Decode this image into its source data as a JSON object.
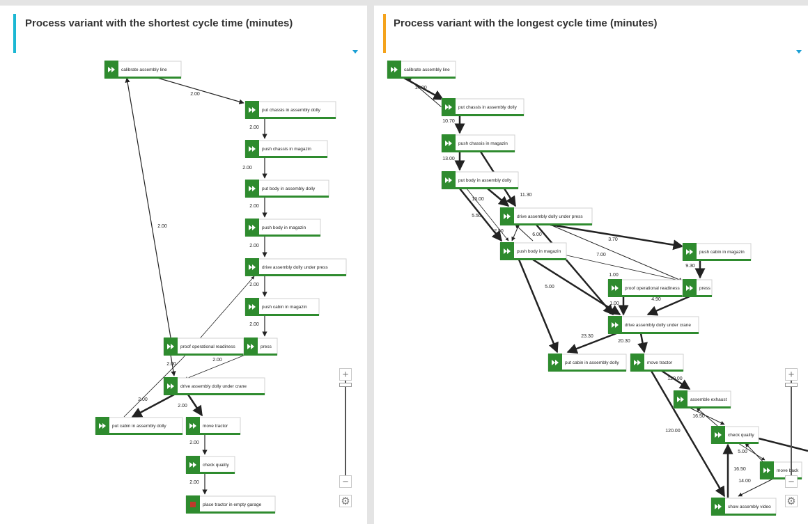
{
  "colors": {
    "accent_left": "#1cb7d3",
    "accent_right": "#f4a31c",
    "node_green": "#2e8b2e",
    "end_marker": "#c0392b",
    "edge": "#222222",
    "dropdown": "#1a9fd4"
  },
  "left_panel": {
    "title": "Process variant with the shortest cycle time (minutes)",
    "nodes": {
      "calibrate": {
        "label": "calibrate assembly line",
        "icon": "fast-forward-icon"
      },
      "chassis_dolly": {
        "label": "put chassis in assembly dolly",
        "icon": "fast-forward-icon"
      },
      "push_chassis": {
        "label": "push chassis in magazin",
        "icon": "fast-forward-icon"
      },
      "body_dolly": {
        "label": "put body in assembly dolly",
        "icon": "fast-forward-icon"
      },
      "push_body": {
        "label": "push body in magazin",
        "icon": "fast-forward-icon"
      },
      "press_dolly": {
        "label": "drive assembly dolly under press",
        "icon": "fast-forward-icon"
      },
      "push_cabin": {
        "label": "push cabin in magazin",
        "icon": "fast-forward-icon"
      },
      "proof": {
        "label": "proof operational readiness",
        "icon": "fast-forward-icon"
      },
      "press": {
        "label": "press",
        "icon": "fast-forward-icon"
      },
      "crane": {
        "label": "drive assembly dolly under crane",
        "icon": "fast-forward-icon"
      },
      "cabin_dolly": {
        "label": "put cabin in assembly dolly",
        "icon": "fast-forward-icon"
      },
      "tractor": {
        "label": "move tractor",
        "icon": "fast-forward-icon"
      },
      "quality": {
        "label": "check quality",
        "icon": "fast-forward-icon"
      },
      "garage": {
        "label": "place tractor in empty garage",
        "icon": "stop-icon"
      }
    },
    "edges": [
      {
        "from": "calibrate",
        "to": "chassis_dolly",
        "label": "2.00"
      },
      {
        "from": "chassis_dolly",
        "to": "push_chassis",
        "label": "2.00"
      },
      {
        "from": "push_chassis",
        "to": "body_dolly",
        "label": "2.00"
      },
      {
        "from": "body_dolly",
        "to": "push_body",
        "label": "2.00"
      },
      {
        "from": "push_body",
        "to": "press_dolly",
        "label": "2.00"
      },
      {
        "from": "press_dolly",
        "to": "push_cabin",
        "label": "2.00"
      },
      {
        "from": "push_cabin",
        "to": "press",
        "label": "2.00"
      },
      {
        "from": "proof",
        "to": "calibrate",
        "label": "2.00"
      },
      {
        "from": "cabin_dolly",
        "to": "press_dolly",
        "label": ""
      },
      {
        "from": "proof",
        "to": "crane",
        "label": "2.00"
      },
      {
        "from": "press",
        "to": "crane",
        "label": "2.00"
      },
      {
        "from": "crane",
        "to": "cabin_dolly",
        "label": "2.00"
      },
      {
        "from": "crane",
        "to": "tractor",
        "label": "2.00"
      },
      {
        "from": "tractor",
        "to": "quality",
        "label": "2.00"
      },
      {
        "from": "quality",
        "to": "garage",
        "label": "2.00"
      }
    ]
  },
  "right_panel": {
    "title": "Process variant with the longest cycle time (minutes)",
    "nodes": {
      "calibrate": {
        "label": "calibrate assembly line",
        "icon": "fast-forward-icon"
      },
      "chassis_dolly": {
        "label": "put chassis in assembly dolly",
        "icon": "fast-forward-icon"
      },
      "push_chassis": {
        "label": "push chassis in magazin",
        "icon": "fast-forward-icon"
      },
      "body_dolly": {
        "label": "put body in assembly dolly",
        "icon": "fast-forward-icon"
      },
      "press_dolly": {
        "label": "drive assembly dolly under press",
        "icon": "fast-forward-icon"
      },
      "push_body": {
        "label": "push body in magazin",
        "icon": "fast-forward-icon"
      },
      "push_cabin": {
        "label": "push cabin in magazin",
        "icon": "fast-forward-icon"
      },
      "proof": {
        "label": "proof operational readiness",
        "icon": "fast-forward-icon"
      },
      "press": {
        "label": "press",
        "icon": "fast-forward-icon"
      },
      "crane": {
        "label": "drive assembly dolly under crane",
        "icon": "fast-forward-icon"
      },
      "cabin_dolly": {
        "label": "put cabin in assembly dolly",
        "icon": "fast-forward-icon"
      },
      "tractor": {
        "label": "move tractor",
        "icon": "fast-forward-icon"
      },
      "exhaust": {
        "label": "assemble exhaust",
        "icon": "fast-forward-icon"
      },
      "quality": {
        "label": "check quality",
        "icon": "fast-forward-icon"
      },
      "move_back": {
        "label": "move back",
        "icon": "fast-forward-icon"
      },
      "video": {
        "label": "show assembly video",
        "icon": "fast-forward-icon"
      }
    },
    "edges": [
      {
        "from": "calibrate",
        "to": "chassis_dolly",
        "label": "14.00"
      },
      {
        "from": "chassis_dolly",
        "to": "calibrate",
        "label": ""
      },
      {
        "from": "chassis_dolly",
        "to": "push_chassis",
        "label": "10.70"
      },
      {
        "from": "push_chassis",
        "to": "body_dolly",
        "label": "13.00"
      },
      {
        "from": "push_chassis",
        "to": "press_dolly",
        "label": ""
      },
      {
        "from": "body_dolly",
        "to": "press_dolly",
        "label": "11.30"
      },
      {
        "from": "body_dolly",
        "to": "push_body",
        "label": "13.00"
      },
      {
        "from": "body_dolly",
        "to": "push_body",
        "label": "5.50"
      },
      {
        "from": "press_dolly",
        "to": "push_body",
        "label": "2.50"
      },
      {
        "from": "push_body",
        "to": "press_dolly",
        "label": "6.00"
      },
      {
        "from": "press_dolly",
        "to": "push_cabin",
        "label": "3.70"
      },
      {
        "from": "press_dolly",
        "to": "press",
        "label": "7.00"
      },
      {
        "from": "push_cabin",
        "to": "press",
        "label": "9.30"
      },
      {
        "from": "push_body",
        "to": "press",
        "label": "1.00"
      },
      {
        "from": "push_body",
        "to": "cabin_dolly",
        "label": "5.00"
      },
      {
        "from": "push_body",
        "to": "crane",
        "label": ""
      },
      {
        "from": "press_dolly",
        "to": "crane",
        "label": ""
      },
      {
        "from": "proof",
        "to": "crane",
        "label": "1.00"
      },
      {
        "from": "press",
        "to": "crane",
        "label": "4.90"
      },
      {
        "from": "crane",
        "to": "cabin_dolly",
        "label": "23.30"
      },
      {
        "from": "crane",
        "to": "tractor",
        "label": "20.30"
      },
      {
        "from": "tractor",
        "to": "exhaust",
        "label": "120.00"
      },
      {
        "from": "exhaust",
        "to": "quality",
        "label": "16.50"
      },
      {
        "from": "quality",
        "to": "exhaust",
        "label": ""
      },
      {
        "from": "quality",
        "to": "move_back",
        "label": "5.00"
      },
      {
        "from": "move_back",
        "to": "quality",
        "label": "16.50"
      },
      {
        "from": "move_back",
        "to": "video",
        "label": "14.00"
      },
      {
        "from": "video",
        "to": "quality",
        "label": ""
      },
      {
        "from": "tractor",
        "to": "video",
        "label": "120.00"
      },
      {
        "from": "quality",
        "to": "offscreen",
        "label": ""
      }
    ]
  },
  "zoom": {
    "plus_icon": "+",
    "minus_icon": "−",
    "settings_icon": "⚙",
    "level": 0.98
  }
}
